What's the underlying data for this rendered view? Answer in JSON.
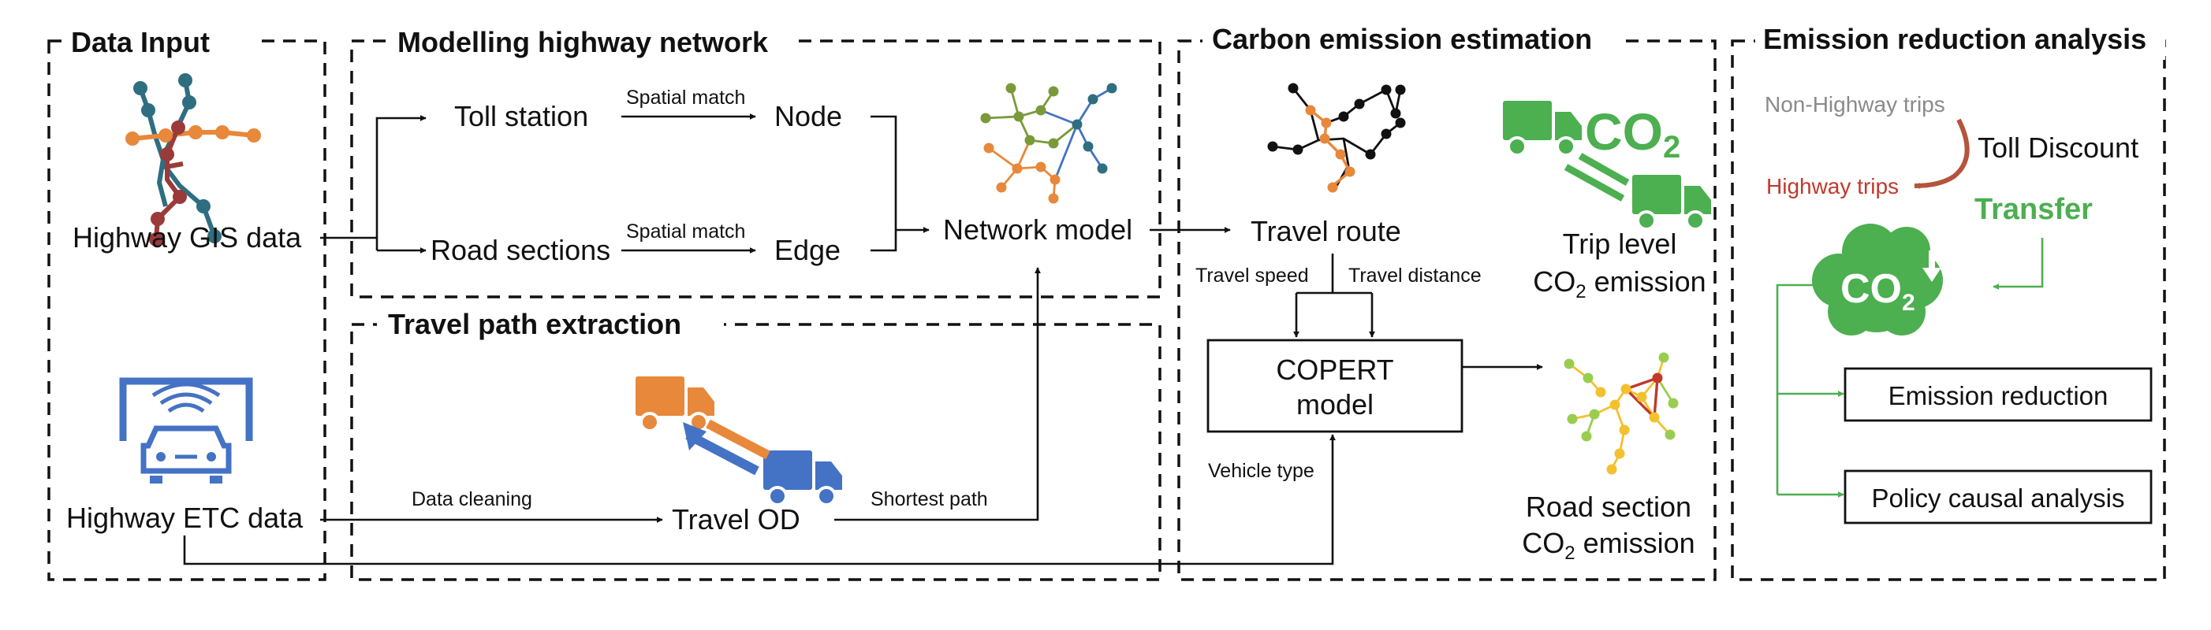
{
  "sections": {
    "data_input": "Data Input",
    "modelling": "Modelling highway network",
    "path_extraction": "Travel path extraction",
    "carbon": "Carbon emission estimation",
    "reduction": "Emission reduction analysis"
  },
  "data_input": {
    "gis_label": "Highway GIS data",
    "etc_label": "Highway ETC data"
  },
  "modelling": {
    "toll_station": "Toll station",
    "road_sections": "Road sections",
    "spatial_match_1": "Spatial match",
    "spatial_match_2": "Spatial match",
    "node": "Node",
    "edge": "Edge",
    "network_model": "Network model"
  },
  "path_extraction": {
    "data_cleaning": "Data cleaning",
    "travel_od": "Travel OD",
    "shortest_path": "Shortest path"
  },
  "carbon": {
    "travel_route": "Travel route",
    "travel_speed": "Travel speed",
    "travel_distance": "Travel distance",
    "copert_line1": "COPERT",
    "copert_line2": "model",
    "vehicle_type": "Vehicle type",
    "co2_icon_text": "CO",
    "co2_icon_sub": "2",
    "trip_level_line1": "Trip level",
    "trip_level_co": "CO",
    "trip_level_sub": "2",
    "trip_level_rest": " emission",
    "road_section_line1": "Road section",
    "road_section_co": "CO",
    "road_section_sub": "2",
    "road_section_rest": " emission"
  },
  "reduction": {
    "non_highway": "Non-Highway trips",
    "toll_discount": "Toll Discount",
    "highway_trips": "Highway trips",
    "transfer": "Transfer",
    "cloud_co": "CO",
    "cloud_sub": "2",
    "emission_reduction": "Emission reduction",
    "policy_causal": "Policy causal analysis"
  },
  "colors": {
    "orange": "#e8883a",
    "blue": "#4472c4",
    "green": "#4caf50",
    "dark_red": "#9b3a3a",
    "teal": "#2e6e80",
    "olive": "#7a9a3a",
    "gray": "#8a8a8a",
    "red": "#c0392b",
    "yellow": "#f2c12e",
    "light_green": "#9acd4f",
    "rust": "#b5533c"
  },
  "icons": [
    "gis-network-icon",
    "etc-gantry-car-icon",
    "network-graph-icon",
    "truck-icon",
    "route-graph-icon",
    "co2-cloud-icon",
    "curved-arrow-icon"
  ]
}
